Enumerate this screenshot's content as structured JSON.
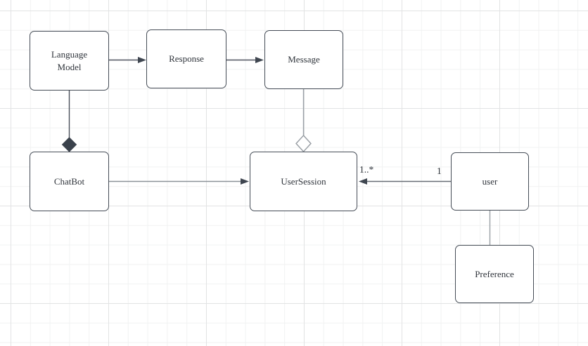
{
  "app": {
    "type": "uml-class-diagram-canvas",
    "background_color": "#ffffff",
    "grid_minor_color": "#f1f2f2",
    "grid_major_color": "#e2e3e4",
    "node_border_color": "#454c56",
    "node_fill_color": "#ffffff",
    "text_color": "#2f343b",
    "edge_dark_color": "#4b515c",
    "edge_gray_color": "#979da3"
  },
  "nodes": {
    "language_model": {
      "label": "Language Model"
    },
    "response": {
      "label": "Response"
    },
    "message": {
      "label": "Message"
    },
    "chatbot": {
      "label": "ChatBot"
    },
    "user_session": {
      "label": "UserSession"
    },
    "user": {
      "label": "user"
    },
    "preference": {
      "label": "Preference"
    }
  },
  "edges": {
    "language_model_to_response": {
      "type": "directed-arrow"
    },
    "response_to_message": {
      "type": "directed-arrow"
    },
    "language_model_to_chatbot": {
      "type": "composition-filled-diamond"
    },
    "message_to_user_session": {
      "type": "aggregation-hollow-diamond"
    },
    "chatbot_to_user_session": {
      "type": "directed-arrow"
    },
    "user_to_user_session": {
      "type": "directed-arrow",
      "target_multiplicity": "1..*",
      "source_multiplicity": "1"
    },
    "user_to_preference": {
      "type": "plain-association"
    }
  }
}
